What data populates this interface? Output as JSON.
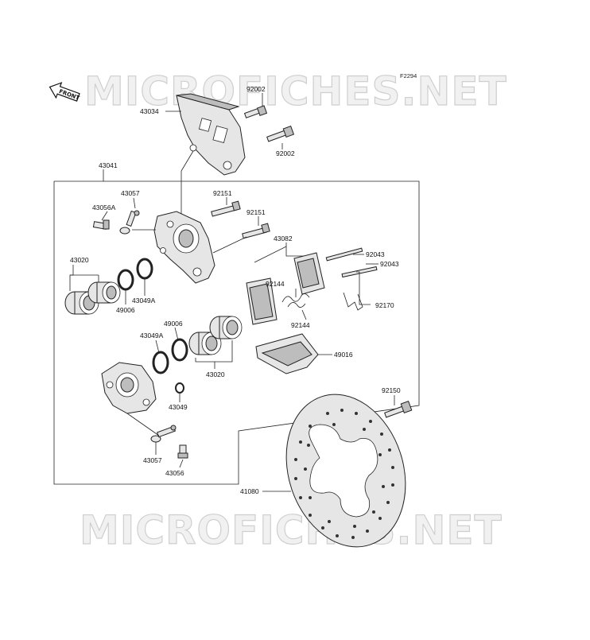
{
  "diagram": {
    "code": "F2294",
    "front_label": "FRONT",
    "watermarks": [
      "MICROFICHES.NET",
      "MICROFICHES.NET"
    ],
    "labels": {
      "p92002_top": "92002",
      "p43034": "43034",
      "p92002_bot": "92002",
      "p43041": "43041",
      "p43057_top": "43057",
      "p43056A": "43056A",
      "p92151_a": "92151",
      "p92151_b": "92151",
      "p43082": "43082",
      "p92043_a": "92043",
      "p92043_b": "92043",
      "p43020_left": "43020",
      "p92144_a": "92144",
      "p92144_b": "92144",
      "p49006_left": "49006",
      "p43049A_left": "43049A",
      "p92170": "92170",
      "p49006_right": "49006",
      "p43049A_right": "43049A",
      "p43020_right": "43020",
      "p49016": "49016",
      "p43049": "43049",
      "p92150": "92150",
      "p43057_bot": "43057",
      "p43056": "43056",
      "p41080": "41080"
    }
  }
}
